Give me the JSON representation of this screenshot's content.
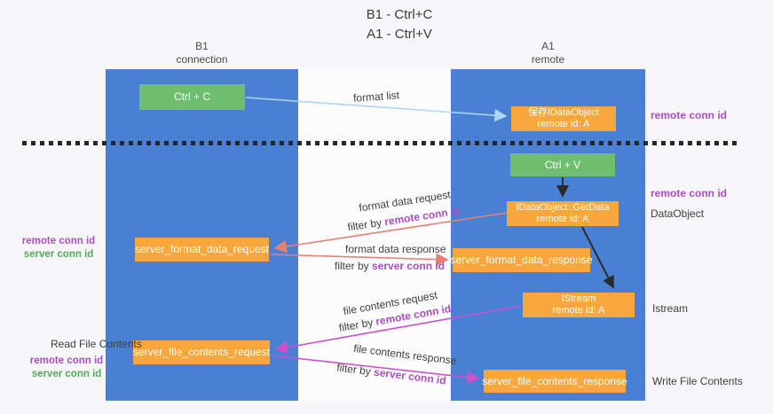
{
  "title": {
    "line1": "B1 - Ctrl+C",
    "line2": "A1 - Ctrl+V"
  },
  "lifelines": {
    "b1": {
      "name": "B1",
      "sub": "connection"
    },
    "a1": {
      "name": "A1",
      "sub": "remote"
    }
  },
  "nodes": {
    "ctrl_c": "Ctrl + C",
    "ctrl_v": "Ctrl + V",
    "save_dataobject": {
      "line1": "保存IDataObject",
      "line2": "remote id: A"
    },
    "getdata": {
      "line1": "IDataObject::GetData",
      "line2": "remote id: A"
    },
    "istream": {
      "line1": "IStream",
      "line2": "remote id: A"
    },
    "server_format_data_request": "server_format_data_request",
    "server_format_data_response": "server_format_data_response",
    "server_file_contents_request": "server_file_contents_request",
    "server_file_contents_response": "server_file_contents_response"
  },
  "edge_labels": {
    "format_list": "format list",
    "format_data_request": "format data request",
    "format_data_response": "format data response",
    "file_contents_request": "file contents request",
    "file_contents_response": "file contents response",
    "filter_by": "filter by",
    "remote_conn_id": "remote conn id",
    "server_conn_id": "server conn id"
  },
  "side_labels": {
    "remote_conn_id_top": "remote conn id",
    "remote_conn_id_mid": "remote conn id",
    "dataobject": "DataObject",
    "istream": "Istream",
    "write_file_contents": "Write File Contents",
    "read_file_contents": "Read File Contents",
    "left_remote_conn_id": "remote conn id",
    "left_server_conn_id": "server conn id",
    "left_remote_conn_id_2": "remote conn id",
    "left_server_conn_id_2": "server conn id"
  },
  "colors": {
    "lifeline_blue": "#4a80d4",
    "node_green": "#6ebe6e",
    "node_orange": "#f7a73c",
    "purple_label": "#a94fc0",
    "green_label": "#55a85a",
    "salmon_arrow": "#e77f76",
    "magenta_arrow": "#cc50cc",
    "light_blue_arrow": "#add6f0",
    "black_arrow": "#2b2b2b"
  }
}
